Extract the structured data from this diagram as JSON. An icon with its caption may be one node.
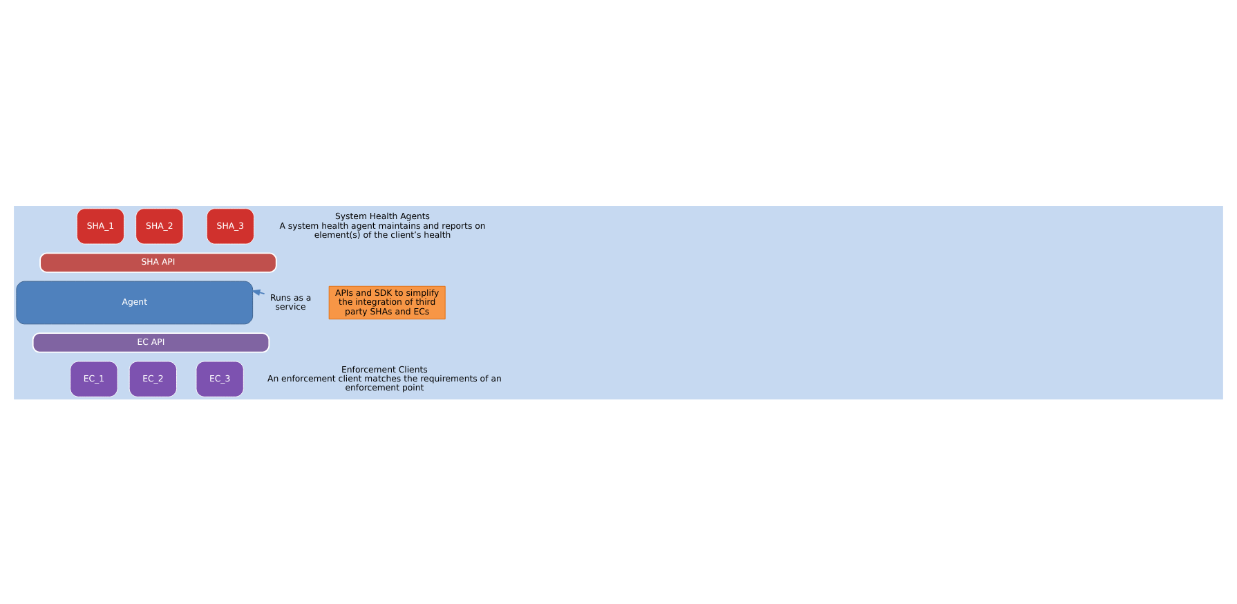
{
  "diagram": {
    "nodes": [
      {
        "text": [
          "SHA_1"
        ]
      },
      {
        "text": [
          "SHA_2"
        ]
      },
      {
        "text": [
          "SHA_3"
        ]
      },
      {
        "text": [
          "SHA API"
        ]
      },
      {
        "text": [
          "Agent"
        ]
      },
      {
        "text": [
          "EC API"
        ]
      },
      {
        "text": [
          "EC_1"
        ]
      },
      {
        "text": [
          "EC_2"
        ]
      },
      {
        "text": [
          "EC_3"
        ]
      },
      {
        "text": [
          "Runs as a service"
        ]
      },
      {
        "text": [
          "APIs and SDK to simplify the integration of third party SHAs and ECs"
        ]
      }
    ],
    "edges": [
      {
        "from": 9,
        "to": 4,
        "arrow": "to"
      }
    ],
    "labels": [
      "System Health Agents",
      "A system health agent maintains and reports on element(s) of the client’s health",
      "Enforcement Clients",
      "An enforcement client matches the requirements of an enforcement point"
    ]
  }
}
